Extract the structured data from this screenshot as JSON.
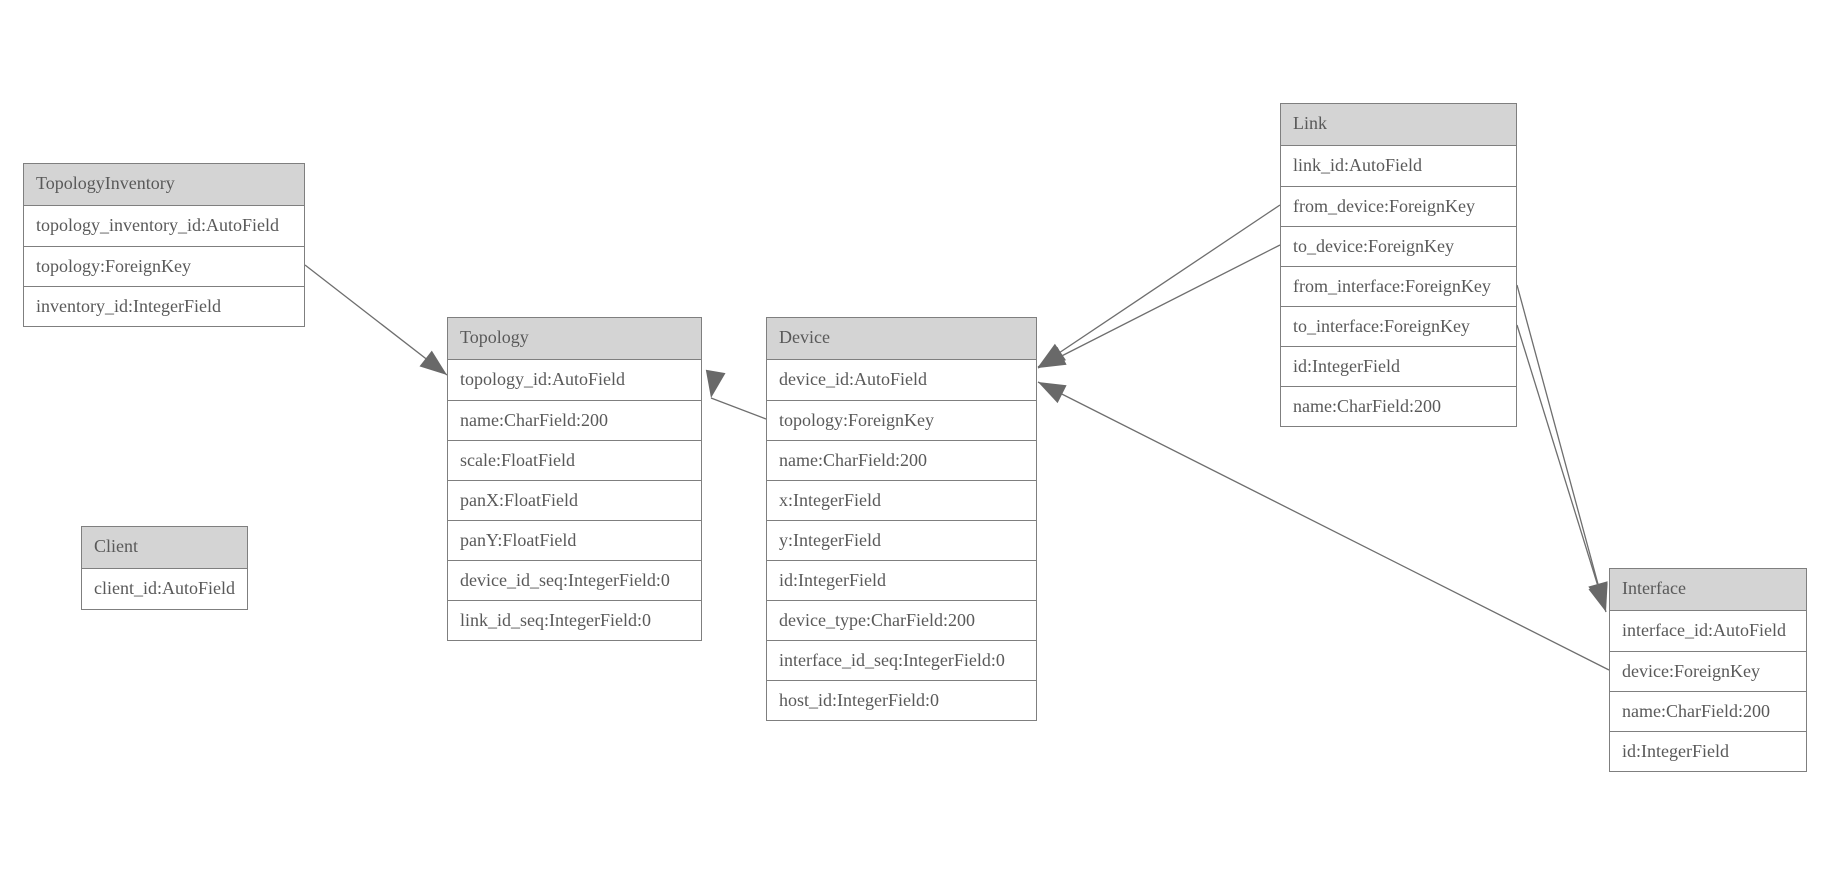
{
  "diagram": {
    "entities": [
      {
        "name": "TopologyInventory",
        "title": "TopologyInventory",
        "fields": [
          "topology_inventory_id:AutoField",
          "topology:ForeignKey",
          "inventory_id:IntegerField"
        ]
      },
      {
        "name": "Topology",
        "title": "Topology",
        "fields": [
          "topology_id:AutoField",
          "name:CharField:200",
          "scale:FloatField",
          "panX:FloatField",
          "panY:FloatField",
          "device_id_seq:IntegerField:0",
          "link_id_seq:IntegerField:0"
        ]
      },
      {
        "name": "Client",
        "title": "Client",
        "fields": [
          "client_id:AutoField"
        ]
      },
      {
        "name": "Device",
        "title": "Device",
        "fields": [
          "device_id:AutoField",
          "topology:ForeignKey",
          "name:CharField:200",
          "x:IntegerField",
          "y:IntegerField",
          "id:IntegerField",
          "device_type:CharField:200",
          "interface_id_seq:IntegerField:0",
          "host_id:IntegerField:0"
        ]
      },
      {
        "name": "Link",
        "title": "Link",
        "fields": [
          "link_id:AutoField",
          "from_device:ForeignKey",
          "to_device:ForeignKey",
          "from_interface:ForeignKey",
          "to_interface:ForeignKey",
          "id:IntegerField",
          "name:CharField:200"
        ]
      },
      {
        "name": "Interface",
        "title": "Interface",
        "fields": [
          "interface_id:AutoField",
          "device:ForeignKey",
          "name:CharField:200",
          "id:IntegerField"
        ]
      }
    ],
    "relations": [
      {
        "from_entity": "TopologyInventory",
        "from_field": "topology",
        "to_entity": "Topology"
      },
      {
        "from_entity": "Device",
        "from_field": "topology",
        "to_entity": "Topology"
      },
      {
        "from_entity": "Link",
        "from_field": "from_device",
        "to_entity": "Device"
      },
      {
        "from_entity": "Link",
        "from_field": "to_device",
        "to_entity": "Device"
      },
      {
        "from_entity": "Link",
        "from_field": "from_interface",
        "to_entity": "Interface"
      },
      {
        "from_entity": "Link",
        "from_field": "to_interface",
        "to_entity": "Interface"
      },
      {
        "from_entity": "Interface",
        "from_field": "device",
        "to_entity": "Device"
      }
    ],
    "colors": {
      "header_fill": "#d4d4d4",
      "box_border": "#7f7f7f",
      "text": "#595959",
      "edge_line": "#6e6e6e",
      "arrow_fill": "#696969",
      "background": "#ffffff"
    }
  }
}
